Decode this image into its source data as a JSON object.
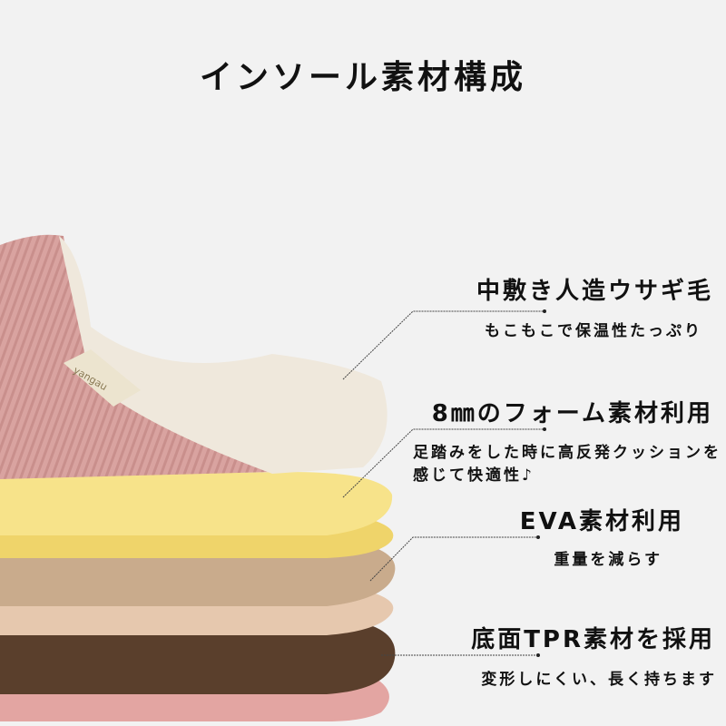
{
  "title": "インソール素材構成",
  "brand_tag": "yangau",
  "features": [
    {
      "heading": "中敷き人造ウサギ毛",
      "sub": [
        "もこもこで保温性たっぷり"
      ]
    },
    {
      "heading": "8㎜のフォーム素材利用",
      "sub": [
        "足踏みをした時に高反発クッションを",
        "感じて快適性♪"
      ]
    },
    {
      "heading": "EVA素材利用",
      "sub": [
        "重量を減らす"
      ]
    },
    {
      "heading": "底面TPR素材を採用",
      "sub": [
        "変形しにくい、長く持ちます"
      ]
    }
  ],
  "colors": {
    "upper": "#d9a3a0",
    "fur": "#efe8dc",
    "foam": "#f7e38a",
    "eva": "#c9ab8c",
    "tpr": "#5a3f2c",
    "outsole": "#e3a5a2"
  }
}
